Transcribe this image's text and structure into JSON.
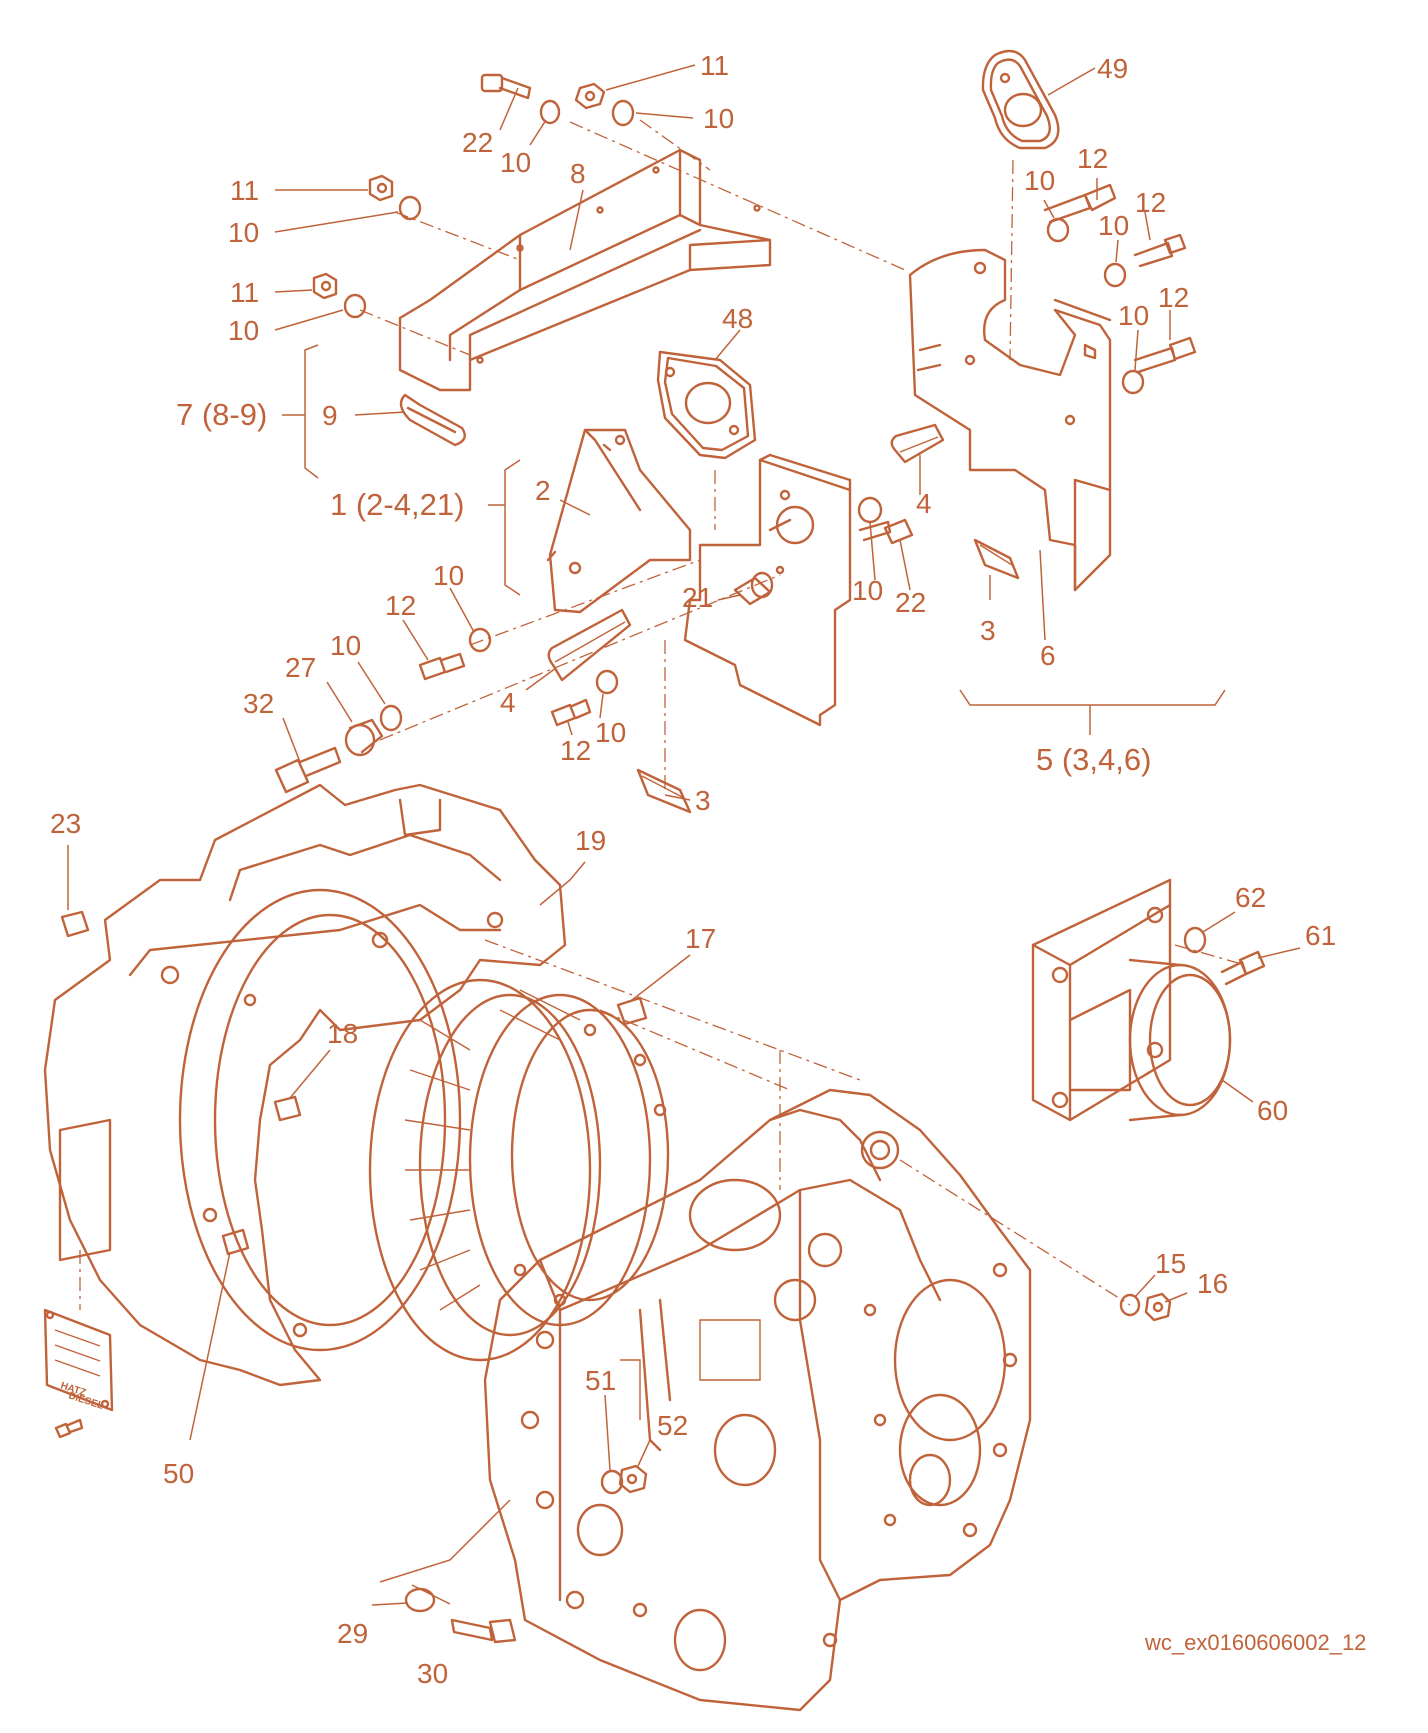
{
  "colors": {
    "line": "#c0633a",
    "background": "#ffffff"
  },
  "labels": {
    "p11a": "11",
    "p10a": "10",
    "p22a": "22",
    "p10b": "10",
    "p8": "8",
    "p11b": "11",
    "p10c": "10",
    "p11c": "11",
    "p10d": "10",
    "g7": "7 (8-9)",
    "p9": "9",
    "g1": "1 (2-4,21)",
    "p48": "48",
    "p49": "49",
    "p10e": "10",
    "p12a": "12",
    "p12b": "12",
    "p10f": "10",
    "p10g": "10",
    "p12c": "12",
    "p2": "2",
    "p4a": "4",
    "p10h": "10",
    "p22b": "22",
    "p21": "21",
    "p3a": "3",
    "p6": "6",
    "p10i": "10",
    "p12d": "12",
    "p27": "27",
    "p10j": "10",
    "p32": "32",
    "p4b": "4",
    "p12e": "12",
    "p10k": "10",
    "p3b": "3",
    "g5": "5 (3,4,6)",
    "p23": "23",
    "p19": "19",
    "p17": "17",
    "p18": "18",
    "p62": "62",
    "p61": "61",
    "p60": "60",
    "p15": "15",
    "p16": "16",
    "p51": "51",
    "p52": "52",
    "p50": "50",
    "p29": "29",
    "p30": "30"
  },
  "plate": {
    "brand": "HATZ",
    "sub": "DIESEL"
  },
  "reference": "wc_ex0160606002_12"
}
